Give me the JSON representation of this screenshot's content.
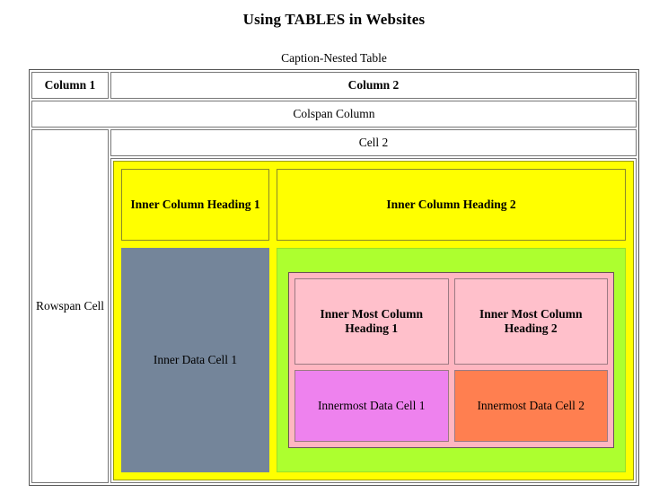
{
  "page": {
    "title": "Using TABLES in Websites"
  },
  "table": {
    "caption": "Caption-Nested Table",
    "headers": {
      "column1": "Column 1",
      "column2": "Column 2"
    },
    "colspan_row": "Colspan Column",
    "rowspan_cell": "Rowspan Cell",
    "cell2": "Cell 2",
    "nested_yellow": {
      "headers": {
        "inner_heading_1": "Inner Column Heading 1",
        "inner_heading_2": "Inner Column Heading 2"
      },
      "inner_data_cell_1": "Inner Data Cell 1",
      "nested_pink": {
        "headers": {
          "innermost_heading_1": "Inner Most Column Heading 1",
          "innermost_heading_2": "Inner Most Column Heading 2"
        },
        "innermost_data_cell_1": "Innermost Data Cell 1",
        "innermost_data_cell_2": "Innermost Data Cell 2"
      }
    }
  },
  "colors": {
    "yellow": "#ffff00",
    "green": "#adff2f",
    "pink": "#ffb6c1",
    "pink_header": "#ffc0cb",
    "violet": "#ee82ee",
    "orange": "#ff7f50",
    "slate_gray": "#74859a"
  }
}
